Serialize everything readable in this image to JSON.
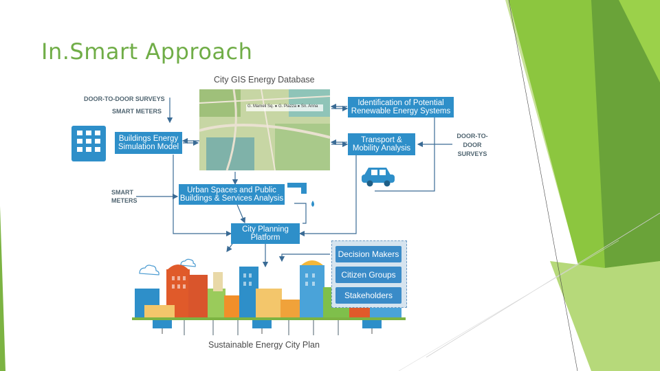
{
  "slide": {
    "title": "In.Smart Approach"
  },
  "diagram": {
    "database_title": "City GIS Energy Database",
    "map_labels": "G. Mameli Sq. ● G. Piazza ● Sn. Anna",
    "inputs": {
      "door_to_door_surveys_top": "DOOR-TO-DOOR SURVEYS",
      "smart_meters_top": "SMART METERS",
      "smart_meters_left_1": "SMART",
      "smart_meters_left_2": "METERS",
      "door_to_door_right_1": "DOOR-TO-",
      "door_to_door_right_2": "DOOR",
      "door_to_door_right_3": "SURVEYS"
    },
    "boxes": {
      "buildings_energy_1": "Buildings Energy",
      "buildings_energy_2": "Simulation Model",
      "renewable_1": "Identification of Potential",
      "renewable_2": "Renewable Energy Systems",
      "transport_1": "Transport &",
      "transport_2": "Mobility Analysis",
      "urban_1": "Urban Spaces and Public",
      "urban_2": "Buildings & Services Analysis",
      "platform_1": "City Planning",
      "platform_2": "Platform"
    },
    "stakeholders": [
      "Decision Makers",
      "Citizen Groups",
      "Stakeholders"
    ],
    "footer": "Sustainable Energy City Plan"
  },
  "colors": {
    "accent_blue": "#2e8fc9",
    "title_green": "#70ad47"
  },
  "icons": [
    "building-icon",
    "car-icon",
    "water-tap-icon",
    "cloud-icon",
    "solar-panel-icon",
    "wind-turbine-icon"
  ]
}
